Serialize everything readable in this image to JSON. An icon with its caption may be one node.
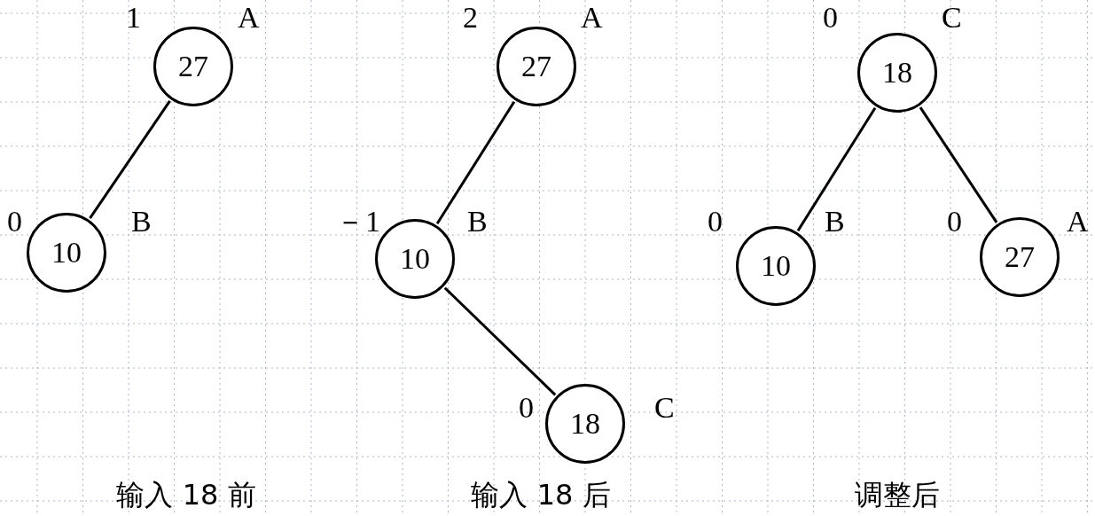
{
  "diagram": {
    "nodes": [
      {
        "text": [
          "27"
        ],
        "beside": [
          "1",
          "A"
        ]
      },
      {
        "text": [
          "10"
        ],
        "beside": [
          "0",
          "B"
        ]
      },
      {
        "text": [
          "27"
        ],
        "beside": [
          "2",
          "A"
        ]
      },
      {
        "text": [
          "10"
        ],
        "beside": [
          "－1",
          "B"
        ]
      },
      {
        "text": [
          "18"
        ],
        "beside": [
          "0",
          "C"
        ]
      },
      {
        "text": [
          "18"
        ],
        "beside": [
          "0",
          "C"
        ]
      },
      {
        "text": [
          "10"
        ],
        "beside": [
          "0",
          "B"
        ]
      },
      {
        "text": [
          "27"
        ],
        "beside": [
          "0",
          "A"
        ]
      }
    ],
    "edges": [
      {
        "from": 0,
        "to": 1,
        "arrow": "none"
      },
      {
        "from": 2,
        "to": 3,
        "arrow": "none"
      },
      {
        "from": 3,
        "to": 4,
        "arrow": "none"
      },
      {
        "from": 5,
        "to": 6,
        "arrow": "none"
      },
      {
        "from": 5,
        "to": 7,
        "arrow": "none"
      }
    ],
    "labels": [
      "输入 18 前",
      "输入 18 后",
      "调整后"
    ]
  }
}
